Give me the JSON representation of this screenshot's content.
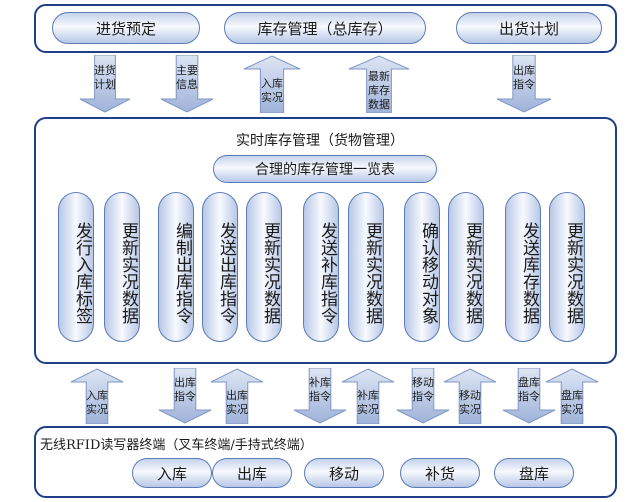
{
  "top": {
    "pills": [
      "进货预定",
      "库存管理（总库存）",
      "出货计划"
    ]
  },
  "middle": {
    "title": "实时库存管理（货物管理）",
    "subtitle": "合理的库存管理一览表",
    "columns": [
      "发行入库标签",
      "更新实况数据",
      "编制出库指令",
      "发送出库指令",
      "更新实况数据",
      "发送补库指令",
      "更新实况数据",
      "确认移动对象",
      "更新实况数据",
      "发送库存数据",
      "更新实况数据"
    ]
  },
  "upper_arrows": [
    {
      "dir": "down",
      "label": "进货\n计划"
    },
    {
      "dir": "down",
      "label": "主要\n信息"
    },
    {
      "dir": "up",
      "label": "入库\n实况"
    },
    {
      "dir": "up",
      "label": "最新\n库存\n数据"
    },
    {
      "dir": "down",
      "label": "出库\n指令"
    }
  ],
  "lower_arrows": [
    {
      "dir": "up",
      "label": "入库\n实况"
    },
    {
      "dir": "down",
      "label": "出库\n指令"
    },
    {
      "dir": "up",
      "label": "出库\n实况"
    },
    {
      "dir": "down",
      "label": "补库\n指令"
    },
    {
      "dir": "up",
      "label": "补库\n实况"
    },
    {
      "dir": "down",
      "label": "移动\n指令"
    },
    {
      "dir": "up",
      "label": "移动\n实况"
    },
    {
      "dir": "down",
      "label": "盘库\n指令"
    },
    {
      "dir": "up",
      "label": "盘库\n实况"
    }
  ],
  "bottom": {
    "title": "无线RFID读写器终端（叉车终端/手持式终端）",
    "pills": [
      "入库",
      "出库",
      "移动",
      "补货",
      "盘库"
    ]
  },
  "colors": {
    "border": "#1f3f86",
    "arrow_fill_top": "#dde5f3",
    "arrow_fill_bottom": "#9fb3d9"
  }
}
